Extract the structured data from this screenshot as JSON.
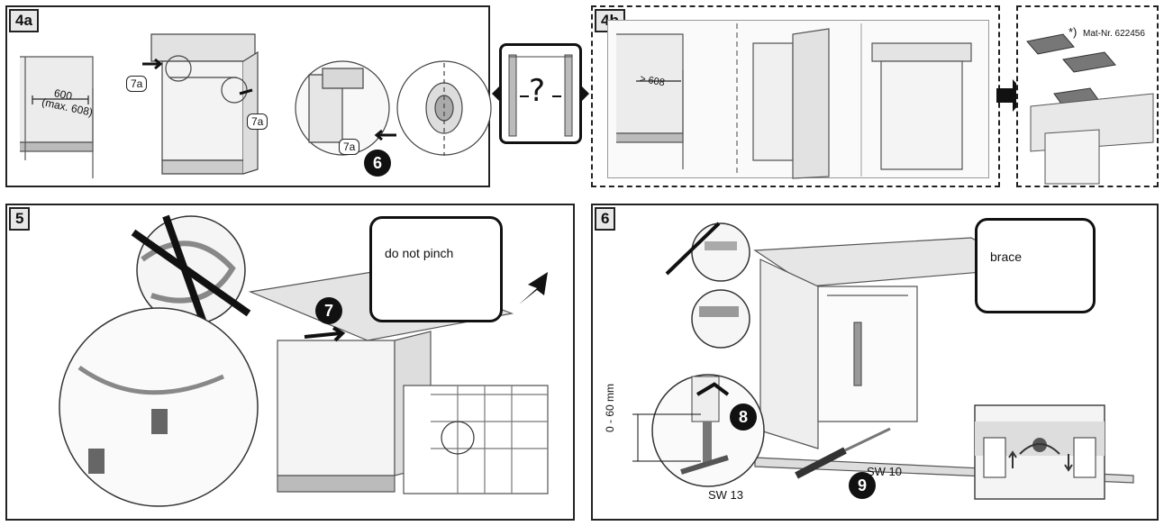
{
  "panels": {
    "p4a": {
      "label": "4a"
    },
    "p4b": {
      "label": "4b"
    },
    "p5": {
      "label": "5"
    },
    "p6": {
      "label": "6"
    }
  },
  "p4a": {
    "dim_600": "600",
    "dim_max": "(max. 608)",
    "screw_label": "7a",
    "step": "6"
  },
  "question": {
    "mark": "?"
  },
  "p4b": {
    "dim_608": "> 608",
    "mat_nr": "Mat-Nr. 622456",
    "asterisk": "*)"
  },
  "p5": {
    "callout": "do not pinch",
    "step": "7"
  },
  "p6": {
    "callout": "brace",
    "step8": "8",
    "step9": "9",
    "range": "0 - 60 mm",
    "sw13": "SW 13",
    "sw10": "SW 10"
  }
}
